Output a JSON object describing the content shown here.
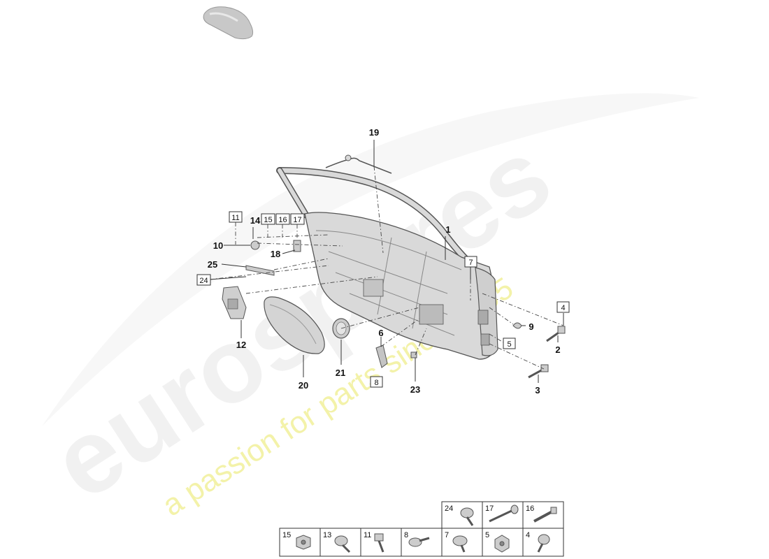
{
  "watermark": {
    "logo": "eurospares",
    "tagline": "a passion for parts since 1985"
  },
  "callouts": [
    {
      "id": "c1",
      "label": "1"
    },
    {
      "id": "c2",
      "label": "2"
    },
    {
      "id": "c3",
      "label": "3"
    },
    {
      "id": "c6",
      "label": "6"
    },
    {
      "id": "c9",
      "label": "9"
    },
    {
      "id": "c10",
      "label": "10"
    },
    {
      "id": "c12",
      "label": "12"
    },
    {
      "id": "c14",
      "label": "14"
    },
    {
      "id": "c18",
      "label": "18"
    },
    {
      "id": "c19",
      "label": "19"
    },
    {
      "id": "c20",
      "label": "20"
    },
    {
      "id": "c21",
      "label": "21"
    },
    {
      "id": "c23",
      "label": "23"
    },
    {
      "id": "c25",
      "label": "25"
    }
  ],
  "boxed_refs": [
    {
      "id": "b11",
      "label": "11"
    },
    {
      "id": "b15",
      "label": "15"
    },
    {
      "id": "b16",
      "label": "16"
    },
    {
      "id": "b17",
      "label": "17"
    },
    {
      "id": "b24",
      "label": "24"
    },
    {
      "id": "b7",
      "label": "7"
    },
    {
      "id": "b4",
      "label": "4"
    },
    {
      "id": "b5",
      "label": "5"
    },
    {
      "id": "b8",
      "label": "8"
    }
  ],
  "hardware_table": {
    "top_row": [
      "24",
      "17",
      "16"
    ],
    "bottom_row": [
      "15",
      "13",
      "11",
      "8",
      "7",
      "5",
      "4"
    ]
  },
  "colors": {
    "line": "#333333",
    "part_fill": "#d9d9d9",
    "part_stroke": "#555555",
    "watermark_grey": "#eeeeee",
    "watermark_yellow": "#f1f09a"
  }
}
